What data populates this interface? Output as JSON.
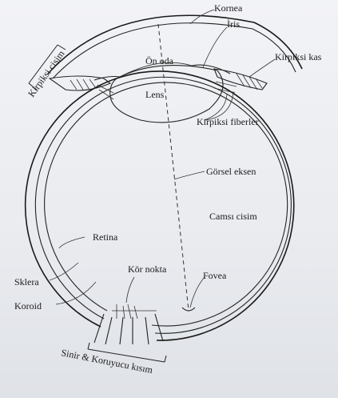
{
  "labels": {
    "kornea": "Kornea",
    "iris": "İris",
    "on_oda": "Ön oda",
    "kirpiksi_kas": "Kirpiksi kas",
    "kirpiksi_cisim": "Kirpiksi cisim",
    "lens": "Lens",
    "kirpiksi_fiberler": "Kirpiksi fiberler",
    "gorsel_eksen": "Görsel eksen",
    "camsi_cisim": "Camsı cisim",
    "retina": "Retina",
    "kor_nokta": "Kör nokta",
    "fovea": "Fovea",
    "sklera": "Sklera",
    "koroid": "Koroid",
    "sinir_koruyucu": "Sinir & Koruyucu kısım"
  }
}
